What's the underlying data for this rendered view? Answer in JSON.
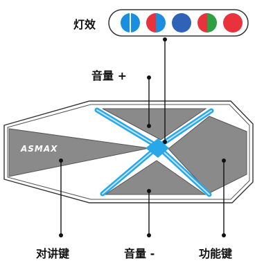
{
  "labels": {
    "light_effect": "灯效",
    "volume_up": "音量 +",
    "volume_down": "音量 -",
    "intercom": "对讲键",
    "function": "功能键"
  },
  "brand": "ASMAX",
  "light_effects": [
    {
      "left": "#1a8fe0",
      "right": "#1a8fe0",
      "gap": true
    },
    {
      "left": "#e8323c",
      "right": "#1a8fe0",
      "gap": false
    },
    {
      "left": "#2f63b8",
      "right": "#2f63b8",
      "gap": false
    },
    {
      "left": "#e8323c",
      "right": "#2ea043",
      "gap": false
    },
    {
      "left": "#e8323c",
      "right": "#e8323c",
      "gap": false
    }
  ],
  "colors": {
    "outline": "#333333",
    "dark_panel": "#8a8a8a",
    "accent_blue": "#2aa7e8",
    "leader": "#111111"
  }
}
